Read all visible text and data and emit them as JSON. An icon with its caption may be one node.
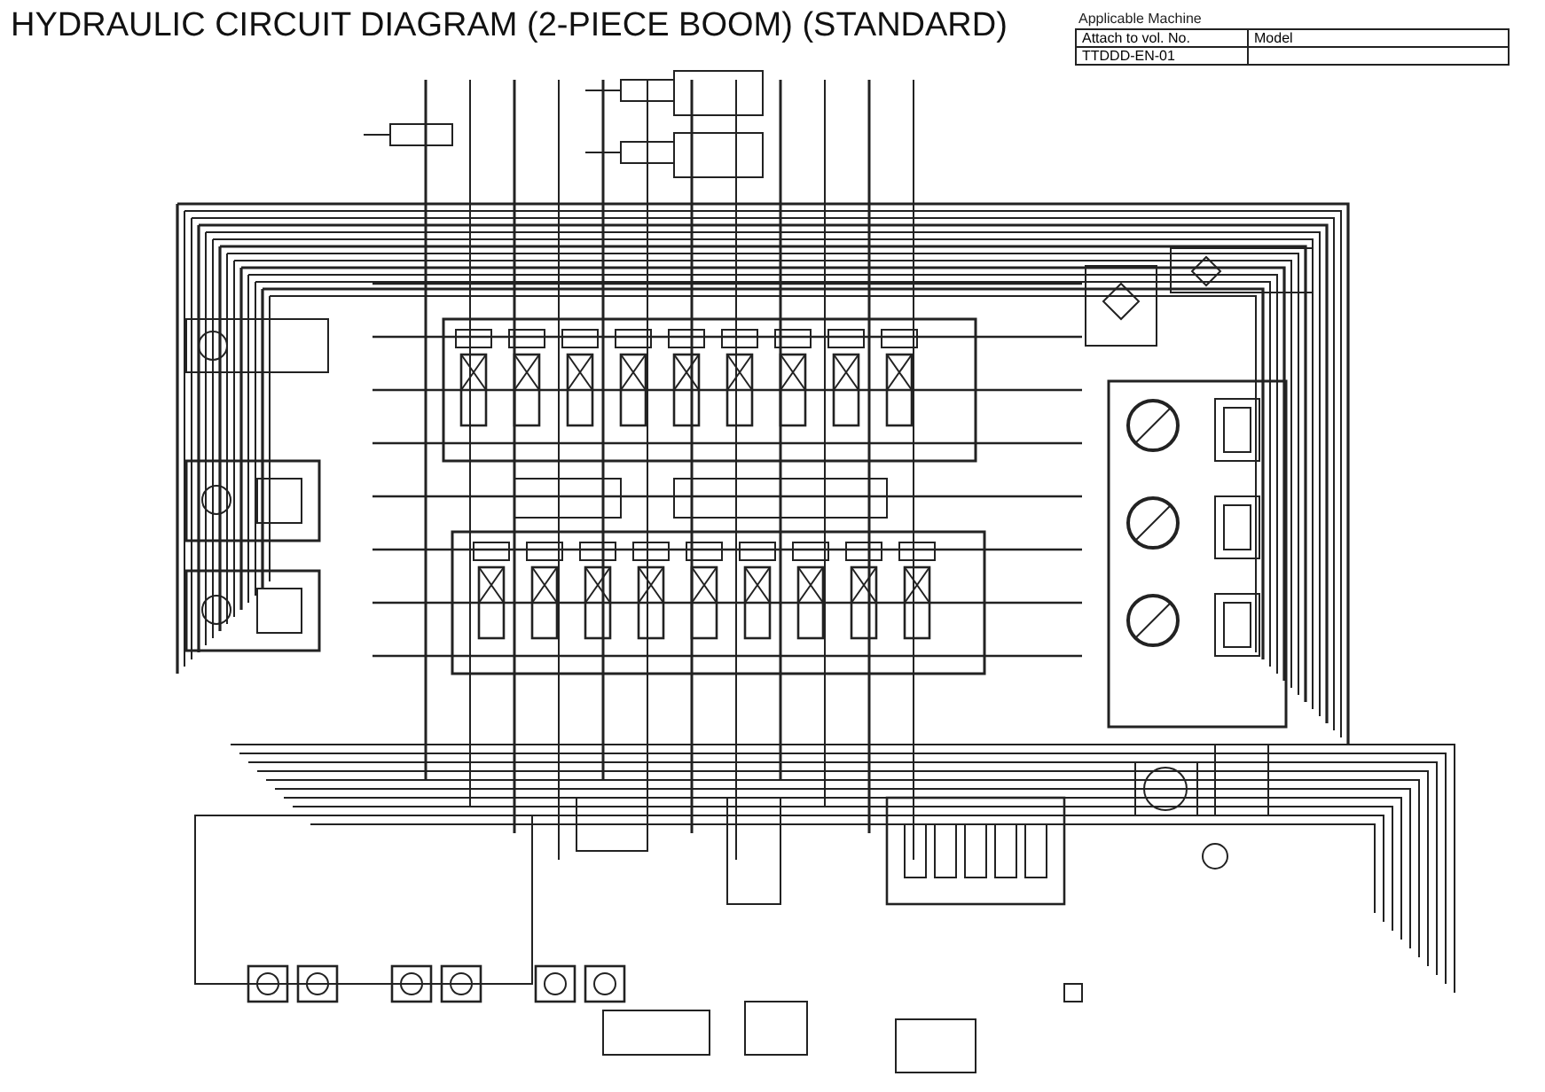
{
  "diagram": {
    "title": "HYDRAULIC CIRCUIT DIAGRAM (2-PIECE BOOM) (STANDARD)",
    "labels": [
      "Applicable Machine",
      "Attach to vol. No.",
      "Model",
      "TTDDD-EN-01"
    ]
  }
}
